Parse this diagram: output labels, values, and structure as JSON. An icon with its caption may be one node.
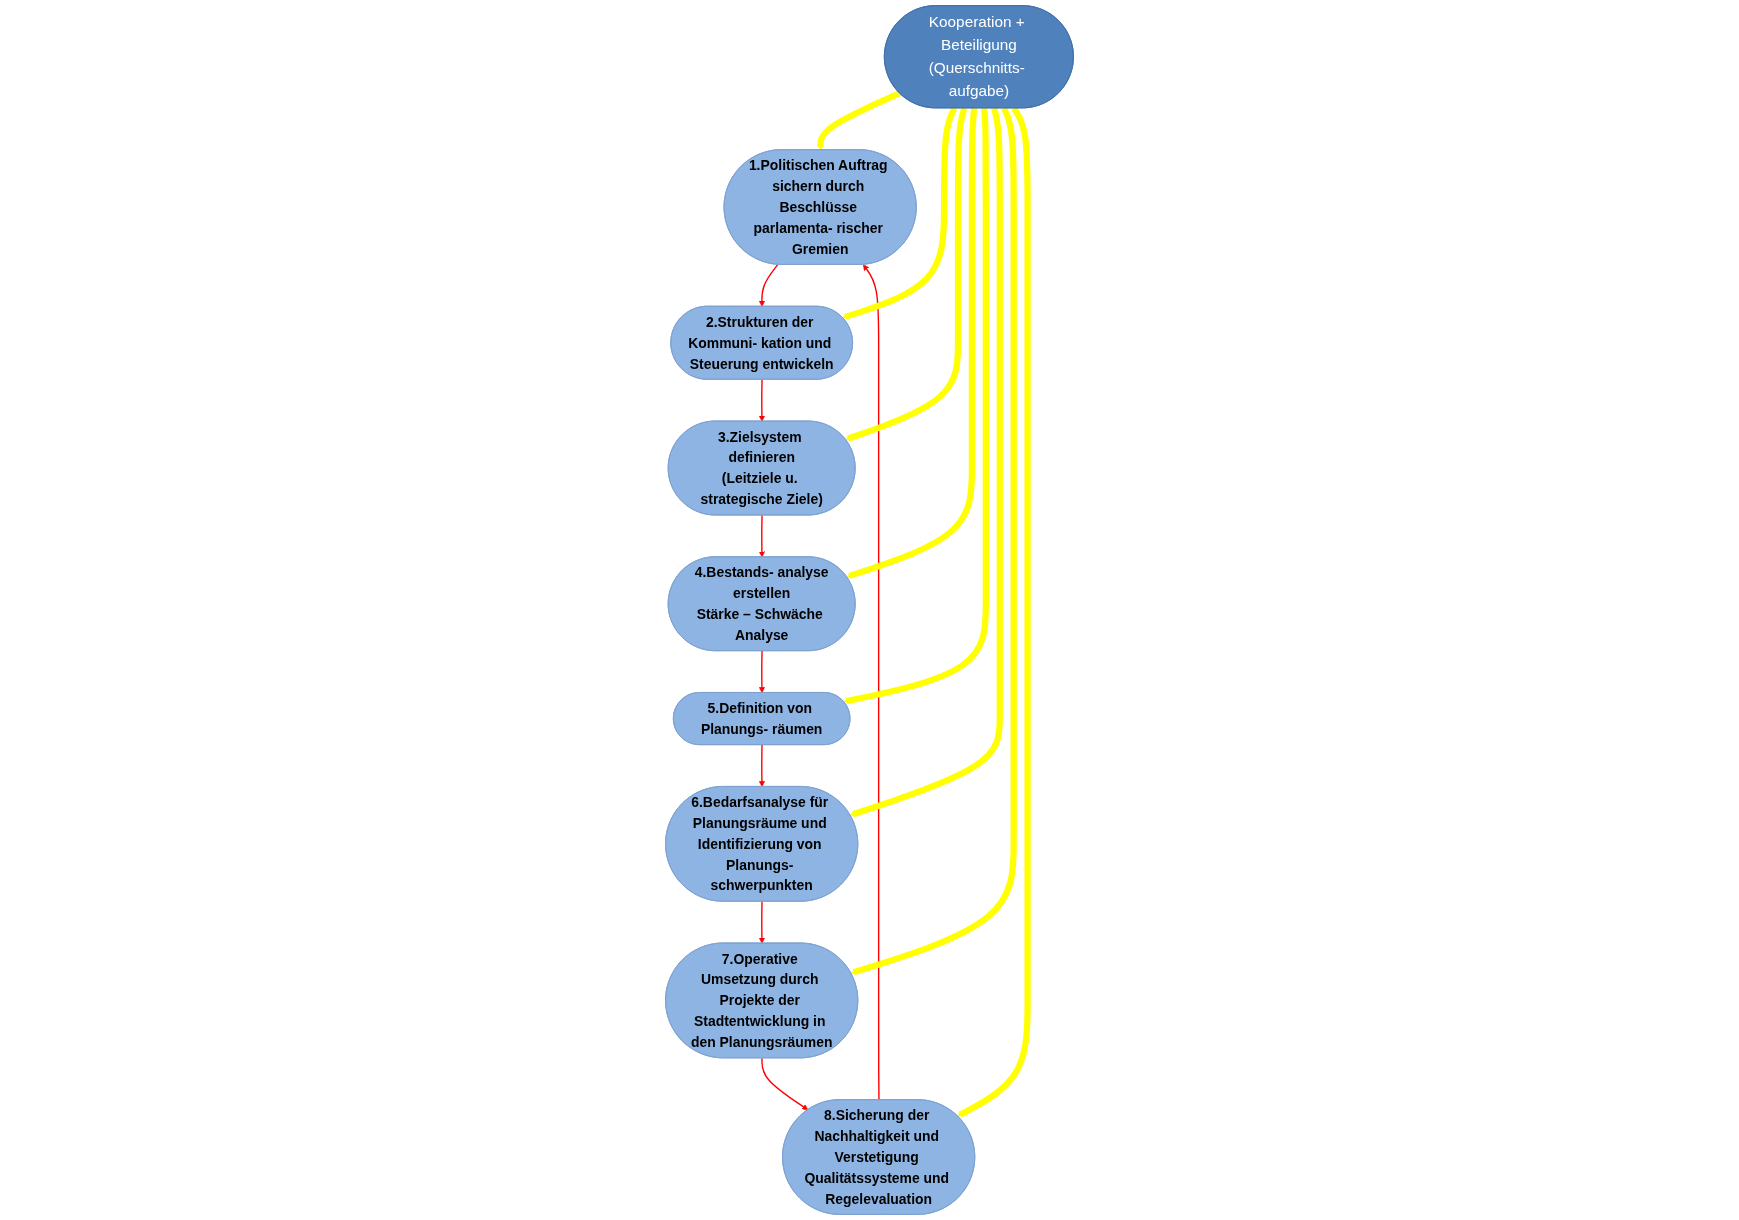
{
  "diagram": {
    "nodes": [
      {
        "text": [
          "1.Politischen Auftrag sichern durch Beschlüsse parlamenta- rischer Gremien"
        ]
      },
      {
        "text": [
          "2.Strukturen der Kommuni- kation und Steuerung entwickeln"
        ]
      },
      {
        "text": [
          "3.Zielsystem definieren",
          "(Leitziele u. strategische Ziele)"
        ]
      },
      {
        "text": [
          "4.Bestands- analyse",
          "erstellen",
          "Stärke – Schwäche Analyse"
        ]
      },
      {
        "text": [
          "5.Definition von Planungs- räumen"
        ]
      },
      {
        "text": [
          "6.Bedarfsanalyse für Planungsräume und Identifizierung von Planungs- schwerpunkten"
        ]
      },
      {
        "text": [
          "7.Operative Umsetzung durch Projekte der Stadtentwicklung in den Planungsräumen"
        ]
      },
      {
        "text": [
          "8.Sicherung der Nachhaltigkeit und Verstetigung Qualitätssysteme und Regelevaluation"
        ]
      },
      {
        "text": [
          "Kooperation + Beteiligung",
          "(Querschnitts- aufgabe)"
        ]
      }
    ],
    "edges": [
      {
        "from": 0,
        "to": 1,
        "arrow": "to",
        "color": "#ff0000"
      },
      {
        "from": 1,
        "to": 2,
        "arrow": "to",
        "color": "#ff0000"
      },
      {
        "from": 2,
        "to": 3,
        "arrow": "to",
        "color": "#ff0000"
      },
      {
        "from": 3,
        "to": 4,
        "arrow": "to",
        "color": "#ff0000"
      },
      {
        "from": 4,
        "to": 5,
        "arrow": "to",
        "color": "#ff0000"
      },
      {
        "from": 5,
        "to": 6,
        "arrow": "to",
        "color": "#ff0000"
      },
      {
        "from": 6,
        "to": 7,
        "arrow": "to",
        "color": "#ff0000"
      },
      {
        "from": 7,
        "to": 0,
        "arrow": "to",
        "color": "#ff0000"
      },
      {
        "from": 8,
        "to": 0,
        "arrow": "to",
        "style": "thick",
        "color": "#ffff00"
      },
      {
        "from": 8,
        "to": 1,
        "arrow": "to",
        "style": "thick",
        "color": "#ffff00"
      },
      {
        "from": 8,
        "to": 2,
        "arrow": "to",
        "style": "thick",
        "color": "#ffff00"
      },
      {
        "from": 8,
        "to": 3,
        "arrow": "to",
        "style": "thick",
        "color": "#ffff00"
      },
      {
        "from": 8,
        "to": 4,
        "arrow": "to",
        "style": "thick",
        "color": "#ffff00"
      },
      {
        "from": 8,
        "to": 5,
        "arrow": "to",
        "style": "thick",
        "color": "#ffff00"
      },
      {
        "from": 8,
        "to": 6,
        "arrow": "to",
        "style": "thick",
        "color": "#ffff00"
      },
      {
        "from": 8,
        "to": 7,
        "arrow": "to",
        "style": "thick",
        "color": "#ffff00"
      }
    ]
  }
}
